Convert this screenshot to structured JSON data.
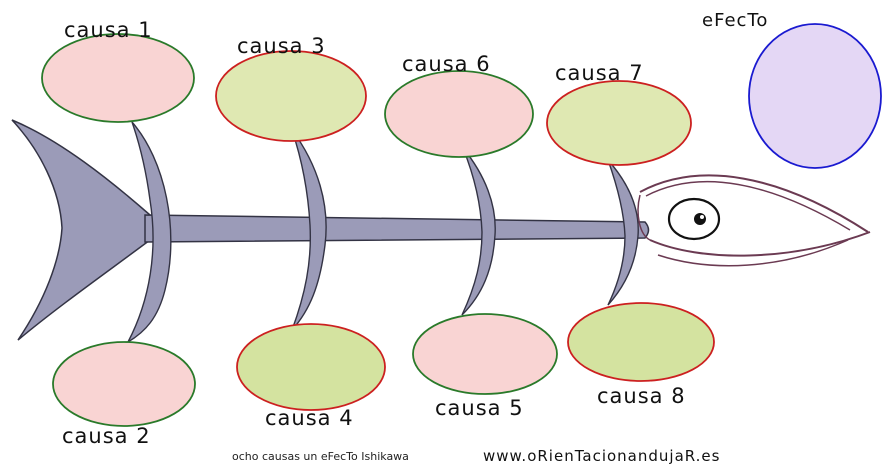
{
  "effect": {
    "label": "eFecTo",
    "fill": "#e4d7f5",
    "stroke": "#1a1ad0"
  },
  "causes": [
    {
      "id": 1,
      "label": "causa 1",
      "fill": "#f9d4d3",
      "stroke": "#2a7a2a"
    },
    {
      "id": 2,
      "label": "causa 2",
      "fill": "#f9d4d3",
      "stroke": "#2a7a2a"
    },
    {
      "id": 3,
      "label": "causa 3",
      "fill": "#dfe8b2",
      "stroke": "#cc2020"
    },
    {
      "id": 4,
      "label": "causa 4",
      "fill": "#d4e3a0",
      "stroke": "#cc2020"
    },
    {
      "id": 5,
      "label": "causa 5",
      "fill": "#f9d4d3",
      "stroke": "#2a7a2a"
    },
    {
      "id": 6,
      "label": "causa 6",
      "fill": "#f9d4d3",
      "stroke": "#2a7a2a"
    },
    {
      "id": 7,
      "label": "causa 7",
      "fill": "#dfe8b2",
      "stroke": "#cc2020"
    },
    {
      "id": 8,
      "label": "causa 8",
      "fill": "#d4e3a0",
      "stroke": "#cc2020"
    }
  ],
  "fish": {
    "body_color": "#9b9bb8",
    "outline_color": "#333344",
    "head_color": "#6b3a52"
  },
  "footer": {
    "caption": "ocho causas un eFecTo Ishikawa",
    "url": "www.oRienTacionandujaR.es"
  }
}
